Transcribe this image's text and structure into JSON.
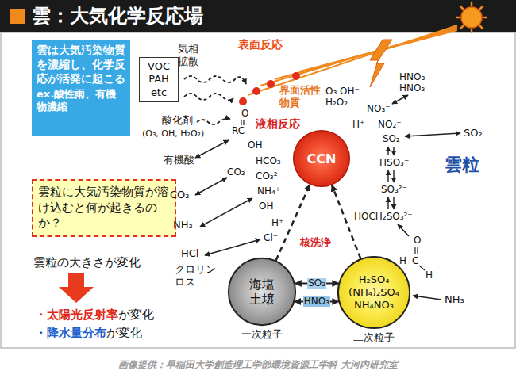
{
  "diagram": {
    "title": "雲：大気化学反応場",
    "caption": "画像提供：早稲田大学創造理工学部環境資源工学科 大河内研究室",
    "nodes": [
      {
        "text": [
          "雲は大気汚染物質を濃縮し、化学反応が活発に起こる",
          "ex.酸性雨、有機物濃縮"
        ]
      },
      {
        "text": [
          "VOC PAH etc"
        ]
      },
      {
        "text": [
          "雲粒に大気汚染物質が溶け込むと何が起きるのか？"
        ]
      },
      {
        "text": [
          "雲粒"
        ]
      },
      {
        "text": [
          "CCN"
        ],
        "in": 3
      },
      {
        "text": [
          "海塩 土壌",
          "一次粒子"
        ]
      },
      {
        "text": [
          "H₂SO₄ (NH₄)₂SO₄ NH₄NO₃",
          "二次粒子"
        ]
      }
    ],
    "edges": [
      {
        "from": 5,
        "to": 4,
        "arrow": "to"
      },
      {
        "from": 6,
        "to": 4,
        "arrow": "to"
      },
      {
        "from": 5,
        "to": 6,
        "label": "SO₂",
        "arrow": "both"
      },
      {
        "from": 5,
        "to": 6,
        "label": "HNO₃",
        "arrow": "both"
      }
    ],
    "labels": [
      "気相拡散",
      "表面反応",
      "界面活性物質",
      "液相反応",
      "酸化剤",
      "(O₃, OH, H₂O₂)",
      "有機酸",
      "O",
      "RC",
      "OH",
      "CO₂",
      "HCO₃⁻",
      "CO₃²⁻",
      "NH₄⁺",
      "OH⁻",
      "H⁺",
      "Cl⁻",
      "CO₂",
      "NH₃",
      "HCl",
      "クロリンロス",
      "核洗浄",
      "O₃ OH⁻ H₂O₂",
      "HNO₃ HNO₂",
      "NO₃⁻",
      "NO₂⁻",
      "H⁺",
      "SO₂",
      "SO₂",
      "HSO₃⁻",
      "SO₃²⁻",
      "HOCH₂SO₃²⁻",
      "O",
      "H",
      "C",
      "H",
      "NH₃",
      "雲粒の大きさが変化",
      "・太陽光反射率",
      "が変化",
      "・降水量分布",
      "が変化"
    ]
  }
}
